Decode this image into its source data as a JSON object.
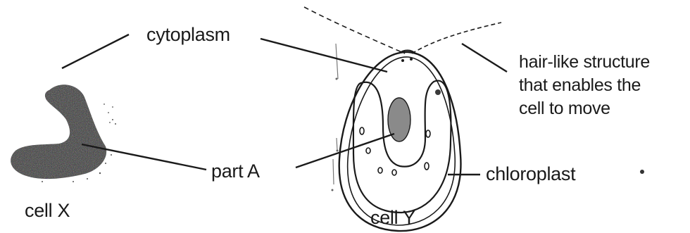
{
  "labels": {
    "cytoplasm": "cytoplasm",
    "part_a": "part A",
    "chloroplast": "chloroplast",
    "cell_x": "cell X",
    "cell_y": "cell Y",
    "hair_like": [
      "hair-like structure",
      "that enables the",
      "cell to move"
    ]
  },
  "colors": {
    "ink": "#1a1a1a",
    "background": "#ffffff"
  }
}
